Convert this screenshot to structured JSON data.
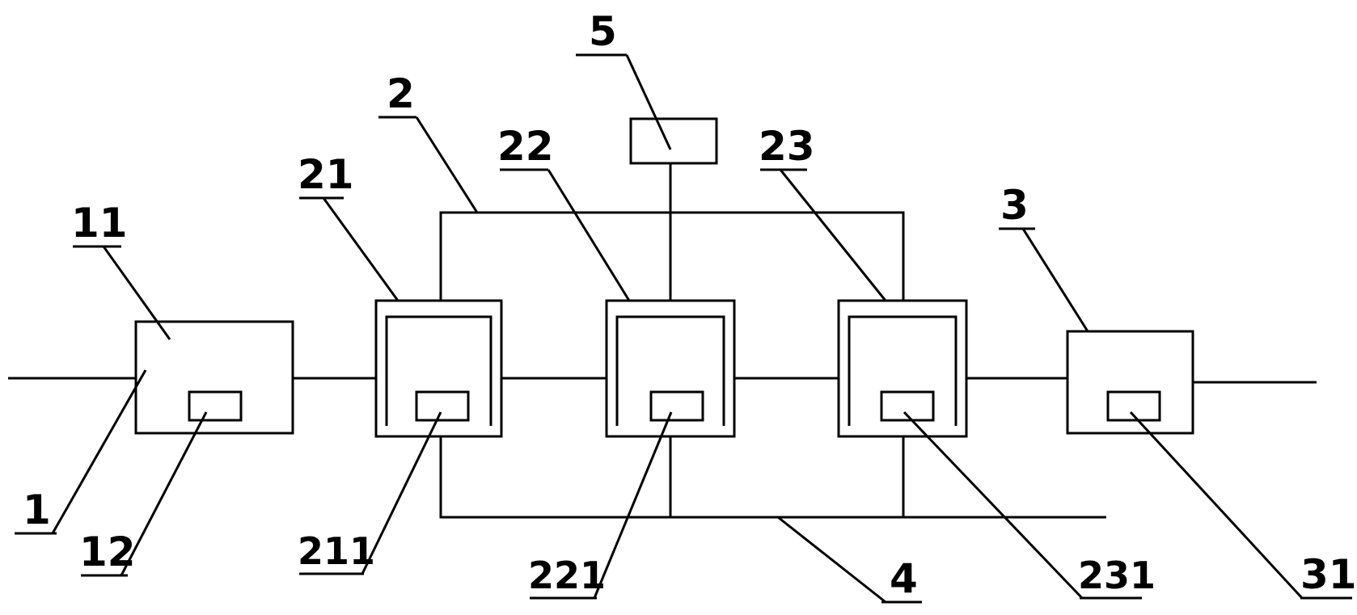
{
  "diagram": {
    "labels": {
      "l1": "1",
      "l11": "11",
      "l12": "12",
      "l2": "2",
      "l21": "21",
      "l211": "211",
      "l22": "22",
      "l221": "221",
      "l23": "23",
      "l231": "231",
      "l3": "3",
      "l31": "31",
      "l4": "4",
      "l5": "5"
    }
  }
}
